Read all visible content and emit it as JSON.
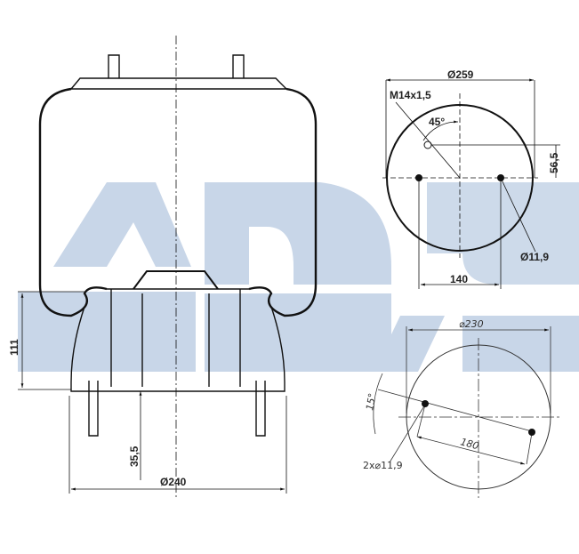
{
  "colors": {
    "watermark": "#c8d6e8",
    "line": "#111111"
  },
  "side_view": {
    "height_dim": "111",
    "stud_dim": "35,5",
    "base_diameter": "Ø240"
  },
  "top_plate_view": {
    "diameter": "Ø259",
    "thread": "M14x1,5",
    "angle": "45°",
    "offset": "56,5",
    "hole_diameter": "Ø11,9",
    "hole_spacing": "140"
  },
  "bottom_plate_view": {
    "diameter": "⌀230",
    "angle": "15°",
    "hole_spacing": "180",
    "holes": "2x⌀11,9"
  }
}
